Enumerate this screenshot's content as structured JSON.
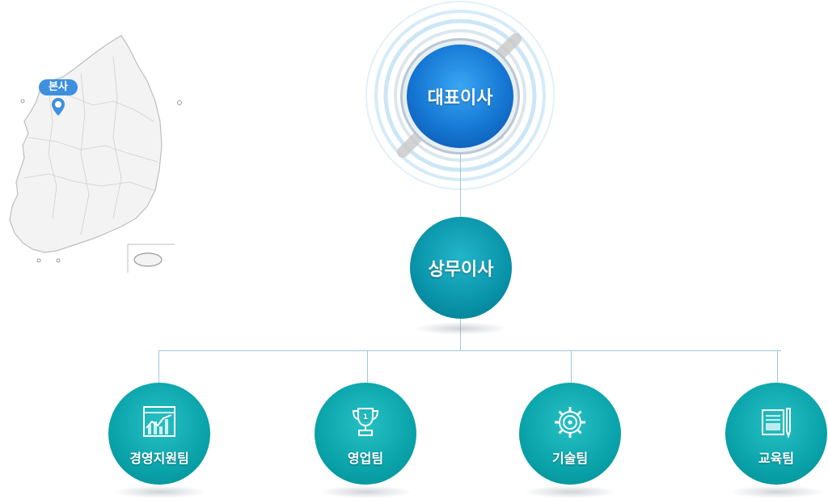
{
  "map": {
    "hq_label": "본사"
  },
  "ceo": {
    "label": "대표이사"
  },
  "executive": {
    "label": "상무이사"
  },
  "teams": [
    {
      "label": "경영지원팀",
      "icon": "chart-icon"
    },
    {
      "label": "영업팀",
      "icon": "trophy-icon"
    },
    {
      "label": "기술팀",
      "icon": "gear-icon"
    },
    {
      "label": "교육팀",
      "icon": "book-pen-icon"
    }
  ],
  "colors": {
    "ceo": "#1577d3",
    "executive": "#0993a9",
    "team": "#0aa3aa",
    "line": "#9ec9e0",
    "hq_badge": "#3d8fe0"
  }
}
